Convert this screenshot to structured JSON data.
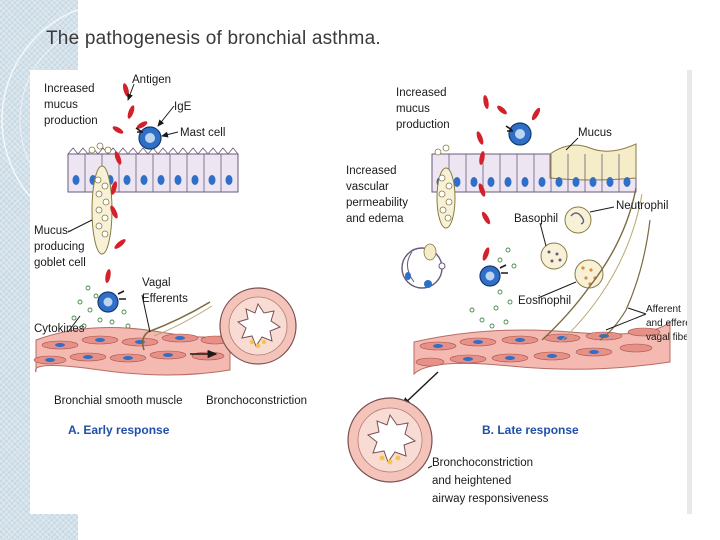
{
  "slide": {
    "title": "The pathogenesis of bronchial asthma."
  },
  "panel_a": {
    "label_mucus": [
      "Increased",
      "mucus",
      "production"
    ],
    "label_antigen": "Antigen",
    "label_ige": "IgE",
    "label_mast_cell": "Mast cell",
    "label_goblet": [
      "Mucus-",
      "producing",
      "goblet cell"
    ],
    "label_vagal": [
      "Vagal",
      "Efferents"
    ],
    "label_cytokines": "Cytokines",
    "label_muscle": "Bronchial smooth muscle",
    "label_result": "Bronchoconstriction",
    "caption": "A. Early response"
  },
  "panel_b": {
    "label_mucus_prod": [
      "Increased",
      "mucus",
      "production"
    ],
    "label_mucus": "Mucus",
    "label_vascular": [
      "Increased",
      "vascular",
      "permeability",
      "and edema"
    ],
    "label_neutrophil": "Neutrophil",
    "label_basophil": "Basophil",
    "label_eosinophil": "Eosinophil",
    "label_afferent": [
      "Afferent",
      "and efferent",
      "vagal fibers"
    ],
    "label_result": [
      "Bronchoconstriction",
      "and heightened",
      "airway responsiveness"
    ],
    "caption": "B. Late response"
  },
  "colors": {
    "caption": "#1f4fa8",
    "antigen": "#d4202a",
    "cell_blue": "#2f6fc7",
    "epithelium": "#ede6f2",
    "muscle": "#f4b9b1",
    "mucus": "#f5ecc8"
  }
}
